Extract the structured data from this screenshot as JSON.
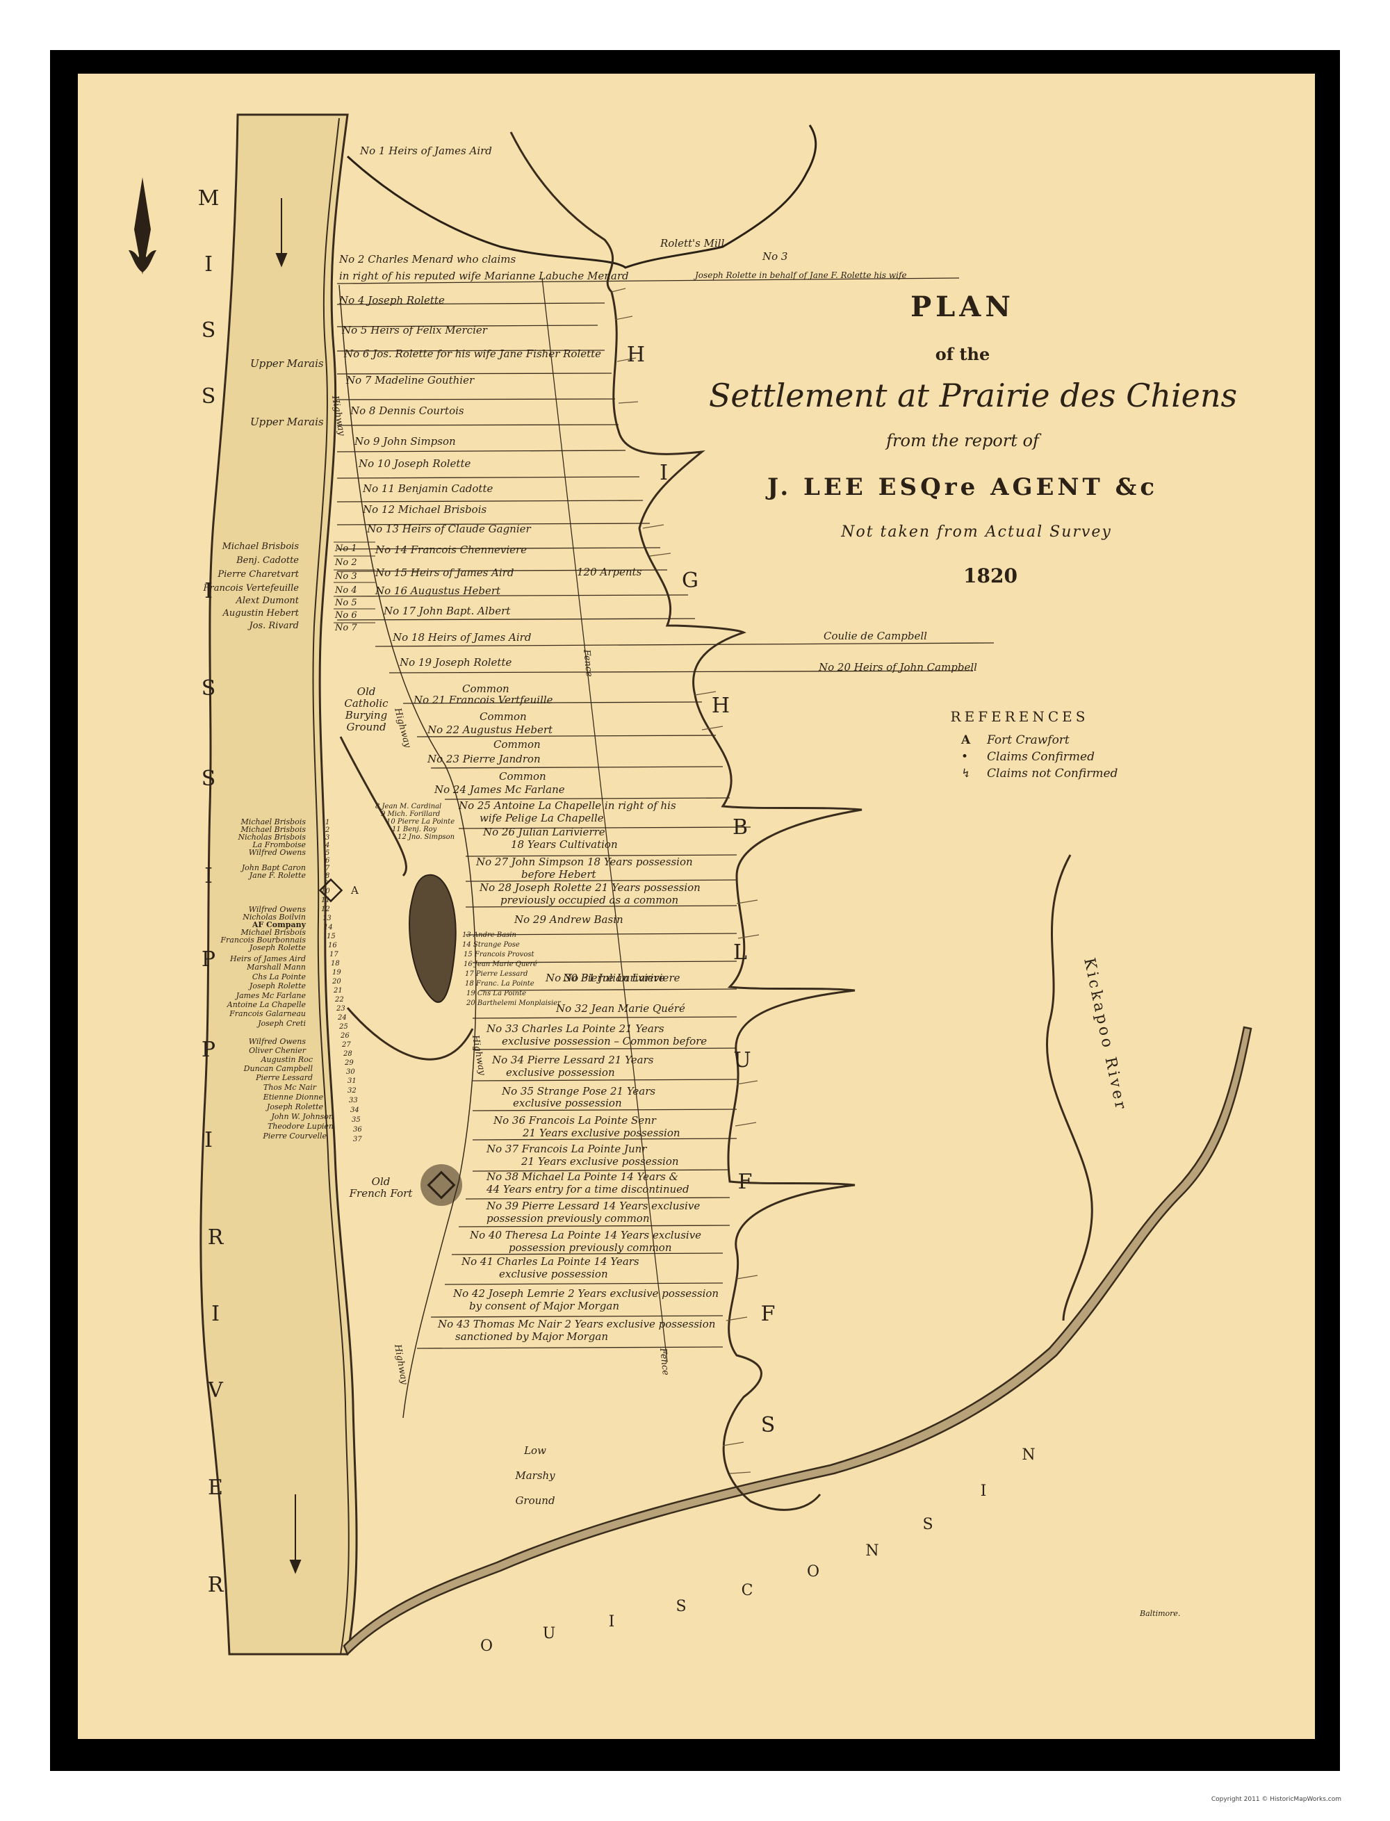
{
  "title": {
    "line1": "PLAN",
    "line2": "of the",
    "line3": "Settlement at Prairie des Chiens",
    "line4": "from the report of",
    "line5": "J. LEE ESQre AGENT &c",
    "line6": "Not taken from Actual Survey",
    "year": "1820"
  },
  "references": {
    "heading": "REFERENCES",
    "items": [
      {
        "mark": "A",
        "text": "Fort Crawfort"
      },
      {
        "mark": "•",
        "text": "Claims Confirmed"
      },
      {
        "mark": "↯",
        "text": "Claims not Confirmed"
      }
    ]
  },
  "rivers": {
    "mississippi": [
      "M",
      "I",
      "S",
      "S",
      "I",
      "S",
      "S",
      "I",
      "P",
      "P",
      "I",
      "R",
      "I",
      "V",
      "E",
      "R"
    ],
    "ouisconsin": [
      "O",
      "U",
      "I",
      "S",
      "C",
      "O",
      "N",
      "S",
      "I",
      "N"
    ],
    "kickapoo": "Kickapoo River"
  },
  "bluffs": [
    "H",
    "I",
    "G",
    "H",
    "B",
    "L",
    "U",
    "F",
    "F",
    "S"
  ],
  "features": {
    "roletts_mill": "Rolett's Mill",
    "upper_marais_1": "Upper Marais",
    "upper_marais_2": "Upper Marais",
    "arpents": "120 Arpents",
    "coulie": "Coulie de Campbell",
    "burying_1": "Old",
    "burying_2": "Catholic",
    "burying_3": "Burying",
    "burying_4": "Ground",
    "fort_1": "Old",
    "fort_2": "French Fort",
    "fort_letter": "A",
    "marsh_1": "Low",
    "marsh_2": "Marshy",
    "marsh_3": "Ground",
    "highway_1": "Highway",
    "highway_2": "Highway",
    "highway_3": "Highway",
    "highway_4": "Highway",
    "fence_1": "Fence",
    "fence_2": "Fence",
    "baltimore": "Baltimore.",
    "copyright": "Copyright 2011 © HistoricMapWorks.com"
  },
  "claims": [
    {
      "line1": "No 1 Heirs of James Aird",
      "line2": ""
    },
    {
      "line1": "No 2 Charles Menard who claims",
      "line2": "in right of his reputed wife Marianne  Labuche Menard"
    },
    {
      "line1": "No 3",
      "line2": "Joseph Rolette in behalf of Jane F. Rolette his wife"
    },
    {
      "line1": "No 4 Joseph Rolette",
      "line2": ""
    },
    {
      "line1": "No 5 Heirs of Felix Mercier",
      "line2": ""
    },
    {
      "line1": "No 6 Jos. Rolette for his wife Jane Fisher Rolette",
      "line2": ""
    },
    {
      "line1": "No 7 Madeline Gouthier",
      "line2": ""
    },
    {
      "line1": "No 8 Dennis Courtois",
      "line2": ""
    },
    {
      "line1": "No 9 John Simpson",
      "line2": ""
    },
    {
      "line1": "No 10 Joseph Rolette",
      "line2": ""
    },
    {
      "line1": "No 11 Benjamin Cadotte",
      "line2": ""
    },
    {
      "line1": "No 12 Michael Brisbois",
      "line2": ""
    },
    {
      "line1": "No 13 Heirs of Claude Gagnier",
      "line2": ""
    },
    {
      "line1": "No 14 Francois Chenneviere",
      "line2": ""
    },
    {
      "line1": "No 15 Heirs of James Aird",
      "line2": ""
    },
    {
      "line1": "No 16 Augustus Hebert",
      "line2": ""
    },
    {
      "line1": "No 17 John Bapt. Albert",
      "line2": ""
    },
    {
      "line1": "No 18 Heirs of James Aird",
      "line2": ""
    },
    {
      "line1": "No 19 Joseph Rolette",
      "line2": ""
    },
    {
      "line1": "No 20 Heirs of John Campbell",
      "line2": ""
    },
    {
      "line1": "Common",
      "line2": "No 21 Francois Vertfeuille"
    },
    {
      "line1": "Common",
      "line2": "No 22 Augustus Hebert"
    },
    {
      "line1": "Common",
      "line2": "No 23 Pierre Jandron"
    },
    {
      "line1": "Common",
      "line2": "No 24 James Mc Farlane"
    },
    {
      "line1": "No 25 Antoine La Chapelle in right of his",
      "line2": "wife Pelige La Chapelle"
    },
    {
      "line1": "No 26 Julian Larivierre",
      "line2": "18 Years Cultivation"
    },
    {
      "line1": "No 27 John Simpson 18 Years possession",
      "line2": "before Hebert"
    },
    {
      "line1": "No 28 Joseph Rolette 21 Years possession",
      "line2": "previously occupied as a common"
    },
    {
      "line1": "No 29 Andrew Basin",
      "line2": ""
    },
    {
      "line1": "No 30 Pierre Lariviere",
      "line2": ""
    },
    {
      "line1": "No 31 Julian Lariviere",
      "line2": ""
    },
    {
      "line1": "No 32 Jean Marie Quéré",
      "line2": ""
    },
    {
      "line1": "No 33 Charles La Pointe  21 Years",
      "line2": "exclusive possession – Common before"
    },
    {
      "line1": "No 34 Pierre Lessard 21 Years",
      "line2": "exclusive possession"
    },
    {
      "line1": "No 35 Strange Pose 21 Years",
      "line2": "exclusive possession"
    },
    {
      "line1": "No 36 Francois La Pointe Senr",
      "line2": "21 Years exclusive possession"
    },
    {
      "line1": "No 37 Francois La Pointe Junr",
      "line2": "21 Years exclusive possession"
    },
    {
      "line1": "No 38 Michael La Pointe 14 Years &",
      "line2": "44 Years entry for a time discontinued"
    },
    {
      "line1": "No 39 Pierre Lessard 14 Years exclusive",
      "line2": "possession  previously common"
    },
    {
      "line1": "No 40 Theresa La Pointe 14 Years exclusive",
      "line2": "possession previously common"
    },
    {
      "line1": "No 41 Charles La Pointe 14 Years",
      "line2": "exclusive possession"
    },
    {
      "line1": "No 42 Joseph Lemrie 2 Years exclusive possession",
      "line2": "by consent of Major Morgan"
    },
    {
      "line1": "No 43 Thomas Mc Nair 2 Years exclusive possession",
      "line2": "sanctioned by Major Morgan"
    }
  ],
  "upper_lots": {
    "names": [
      "Michael Brisbois",
      "Benj. Cadotte",
      "Pierre Charetvart",
      "Francois Vertefeuille",
      "Alext Dumont",
      "Augustin Hebert",
      "Jos. Rivard"
    ],
    "nums": [
      "No 1",
      "No 2",
      "No 3",
      "No 4",
      "No 5",
      "No 6",
      "No 7"
    ]
  },
  "village_lots": {
    "names": [
      "Michael Brisbois",
      "Michael Brisbois",
      "Nicholas Brisbois",
      "La Fromboise",
      "Wilfred Owens",
      "",
      "John Bapt Caron",
      "Jane F. Rolette",
      "",
      "",
      "",
      "Wilfred Owens",
      "Nicholas Boilvin",
      "AF Company",
      "Michael Brisbois",
      "Francois Bourbonnais",
      "Joseph Rolette",
      "Heirs of James Aird",
      "Marshall Mann",
      "Chs La Pointe",
      "Joseph Rolette",
      "James Mc Farlane",
      "Antoine La Chapelle",
      "Francois Galarneau",
      "Joseph Creti",
      "",
      "Wilfred Owens",
      "Oliver Chenier",
      "Augustin Roc",
      "Duncan Campbell",
      "Pierre Lessard",
      "Thos Mc Nair",
      "Etienne Dionne",
      "Joseph Rolette",
      "John W. Johnson",
      "Theodore Lupien",
      "Pierre Courvelle"
    ],
    "nums": [
      "1",
      "2",
      "3",
      "4",
      "5",
      "6",
      "7",
      "8",
      "9",
      "10",
      "11",
      "12",
      "13",
      "14",
      "15",
      "16",
      "17",
      "18",
      "19",
      "20",
      "21",
      "22",
      "23",
      "24",
      "25",
      "26",
      "27",
      "28",
      "29",
      "30",
      "31",
      "32",
      "33",
      "34",
      "35",
      "36",
      "37"
    ]
  },
  "marsh_lots": [
    "8 Jean M. Cardinal",
    "9 Mich. Forillard",
    "10 Pierre La Pointe",
    "11 Benj. Roy",
    "12 Jno. Simpson"
  ],
  "pond_lots": [
    "13 Andre Basin",
    "14 Strange Pose",
    "15 Francois Provost",
    "16 Jean Marie Queré",
    "17 Pierre Lessard",
    "18 Franc. La Pointe",
    "19 Chs La Pointe",
    "20 Barthelemi Monplaisier"
  ],
  "colors": {
    "paper": "#f6e1ae",
    "ink": "#2b2116",
    "frame": "#000000"
  }
}
